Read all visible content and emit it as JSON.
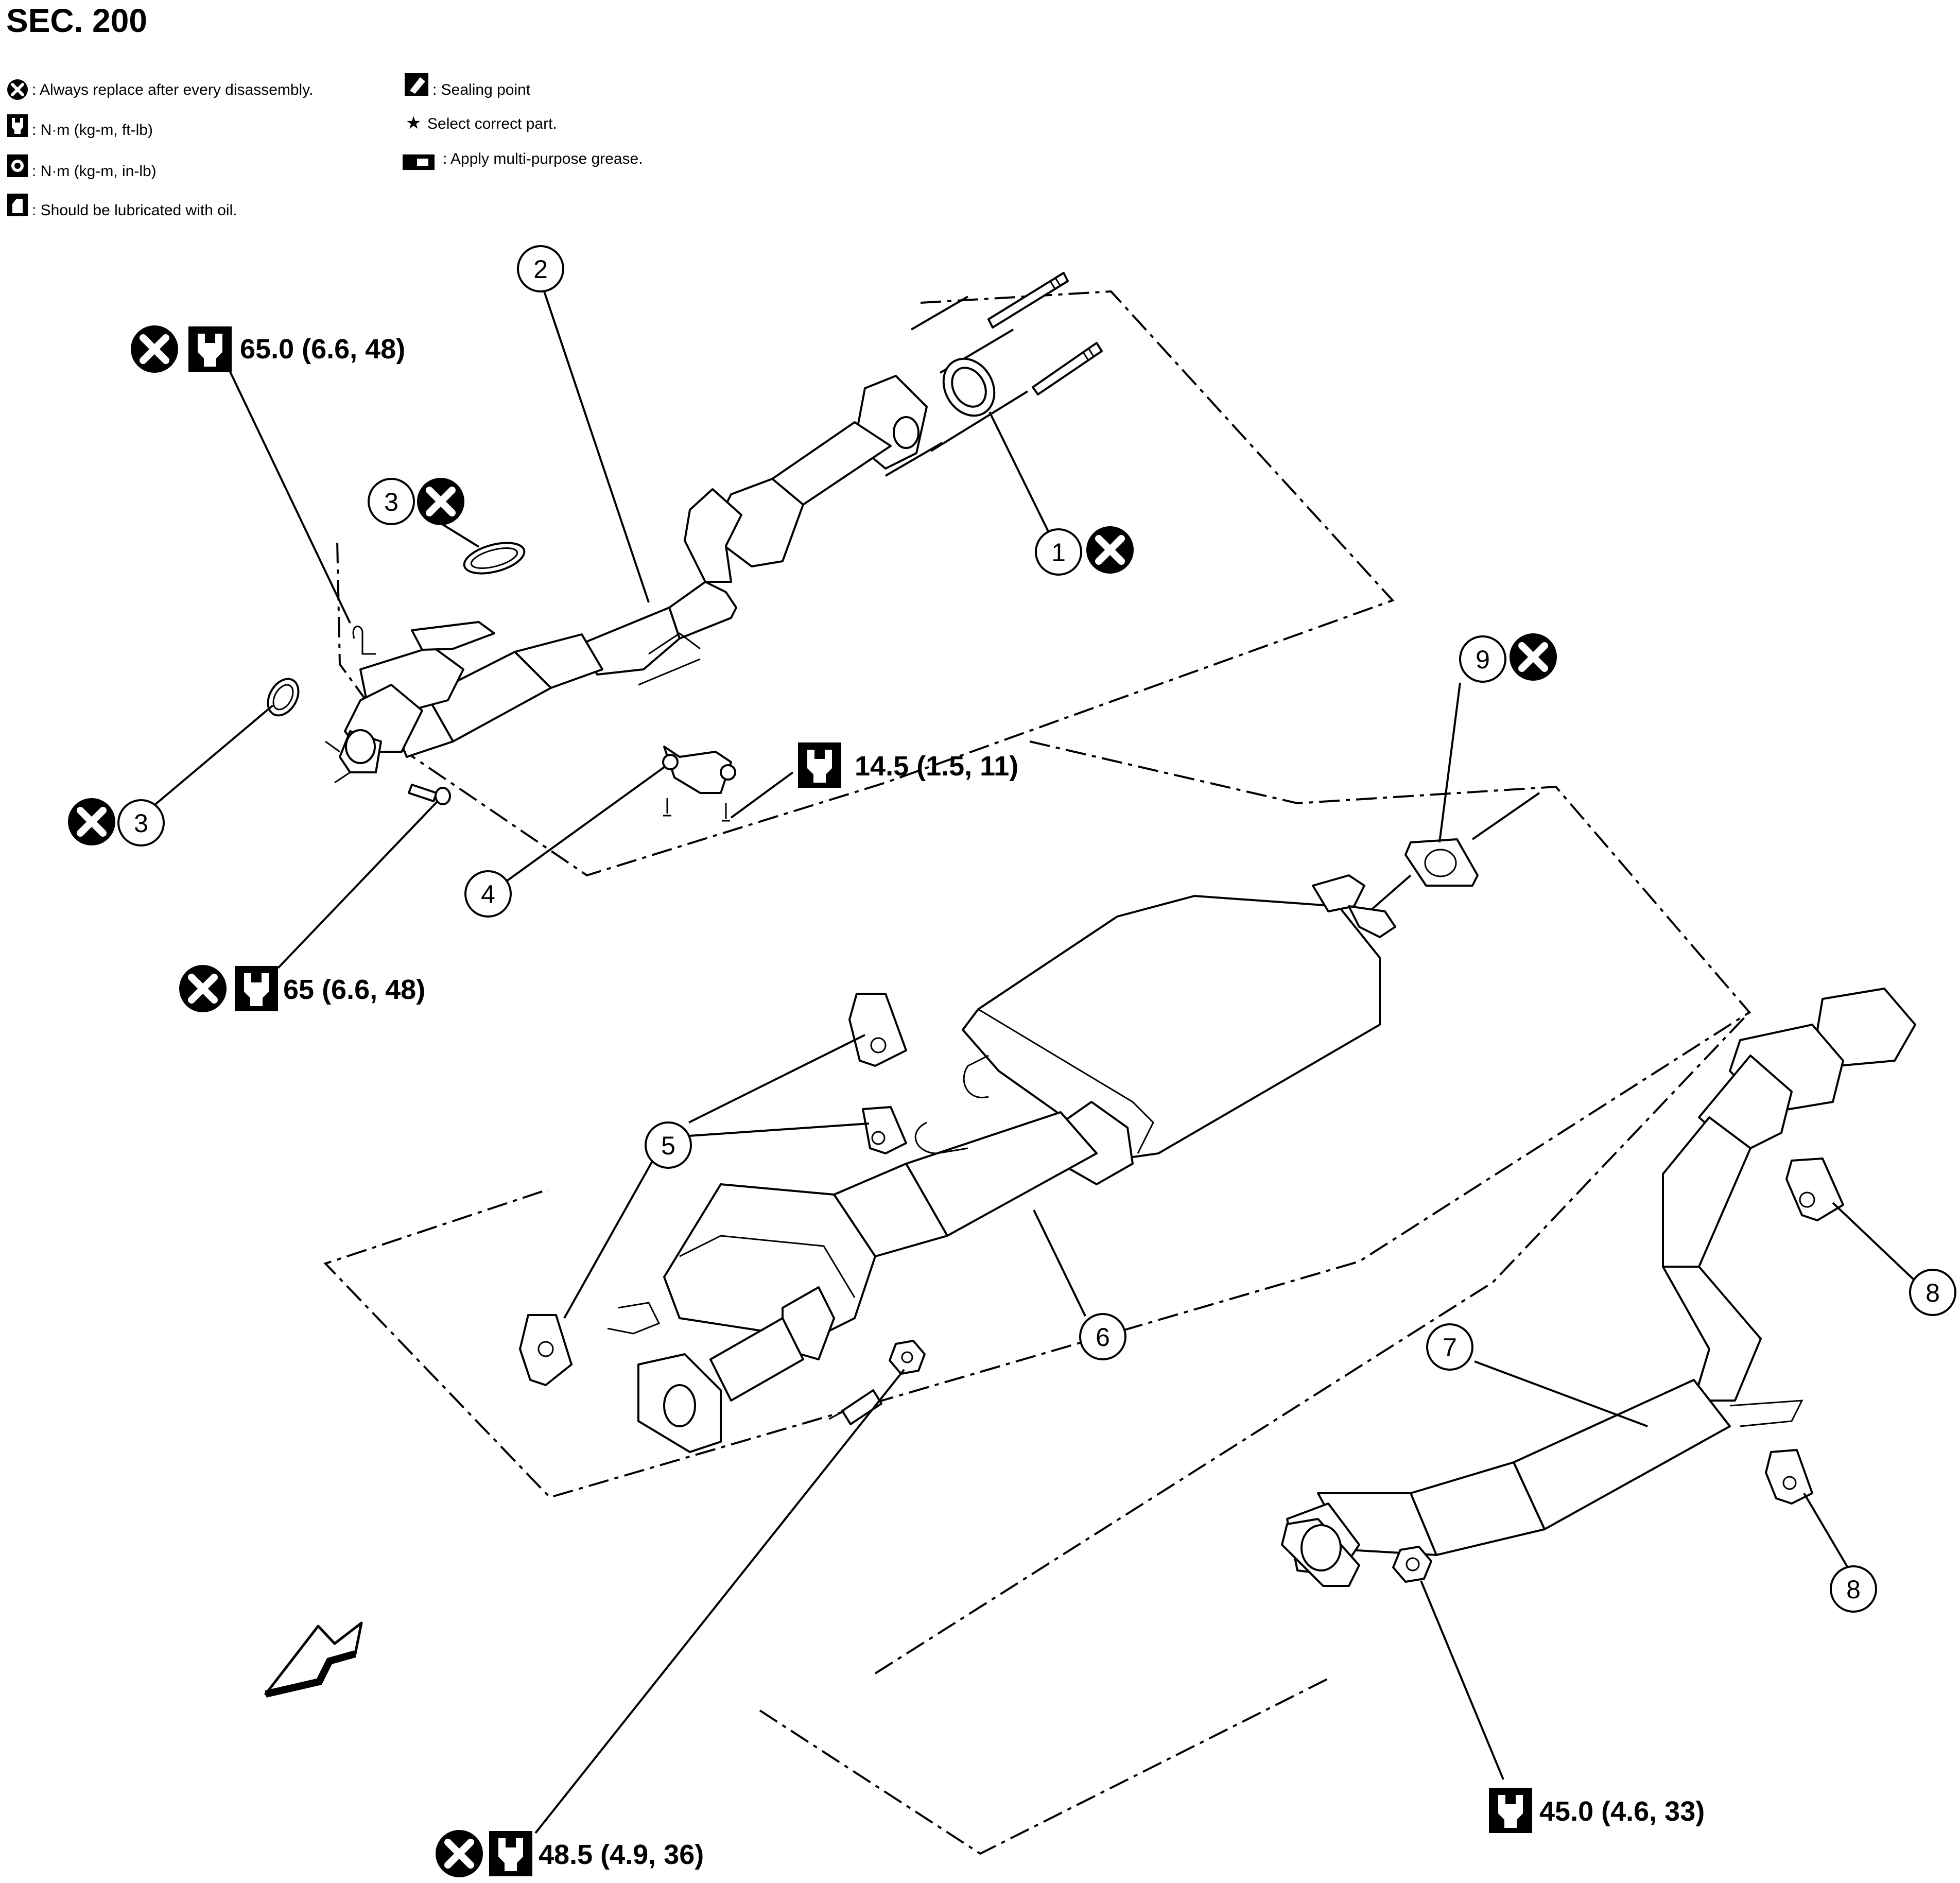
{
  "section": "SEC. 200",
  "legend": {
    "replace": ": Always replace after every disassembly.",
    "torque_ftlb": ": N·m (kg-m, ft-lb)",
    "torque_inlb": ": N·m (kg-m, in-lb)",
    "lubricate": ": Should be lubricated with oil.",
    "sealing": ": Sealing point",
    "select": "Select correct part.",
    "grease": ": Apply multi-purpose grease."
  },
  "icons": {
    "replace": "replace-x-icon",
    "torque": "torque-wrench-icon",
    "torque_inlb": "torque-wrench-filled-icon",
    "lubricate": "oil-can-icon",
    "sealing": "sealing-point-icon",
    "select": "star-icon",
    "grease": "grease-icon",
    "front": "front-arrow-icon"
  },
  "torques": {
    "t1": "65.0 (6.6, 48)",
    "t2": "14.5 (1.5, 11)",
    "t3": "65 (6.6, 48)",
    "t4": "48.5 (4.9, 36)",
    "t5": "45.0 (4.6, 33)"
  },
  "callouts": {
    "c1": "1",
    "c2": "2",
    "c3a": "3",
    "c3b": "3",
    "c4": "4",
    "c5": "5",
    "c6": "6",
    "c7": "7",
    "c8a": "8",
    "c8b": "8",
    "c9": "9"
  }
}
